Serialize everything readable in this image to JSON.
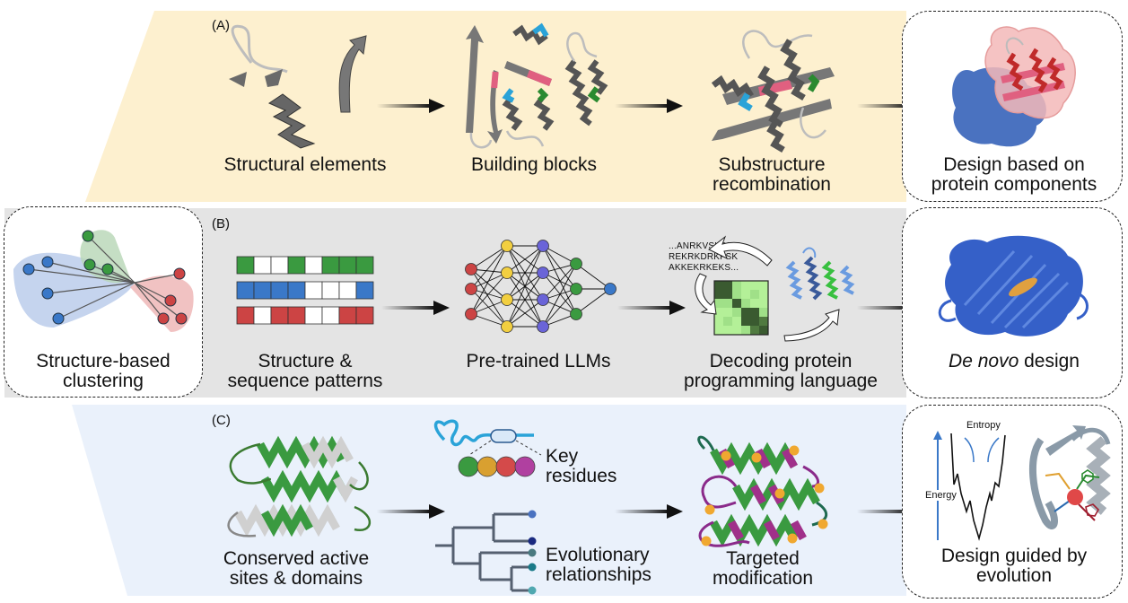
{
  "panels": {
    "A": {
      "tag": "(A)",
      "steps": [
        {
          "label_lines": [
            "Structural elements"
          ]
        },
        {
          "label_lines": [
            "Building blocks"
          ]
        },
        {
          "label_lines": [
            "Substructure",
            "recombination"
          ]
        }
      ],
      "outcome": {
        "label_lines": [
          "Design based on",
          "protein components"
        ]
      },
      "band_color": "#fdf0cf"
    },
    "B": {
      "tag": "(B)",
      "steps": [
        {
          "label_lines": [
            "Structure &",
            "sequence patterns"
          ]
        },
        {
          "label_lines": [
            "Pre-trained LLMs"
          ]
        },
        {
          "label_lines": [
            "Decoding protein",
            "programming language"
          ]
        }
      ],
      "sequence_text": [
        "...ANRKVSLQRY",
        "REKRKDRKFSK",
        "AKKEKRKEKS..."
      ],
      "outcome": {
        "label_prefix_italic": "De novo",
        "label_suffix": " design"
      },
      "left_box": {
        "label_lines": [
          "Structure-based",
          "clustering"
        ]
      },
      "band_color": "#e4e4e4",
      "pattern_rows": [
        {
          "color": "#3a9a40",
          "cells": [
            1,
            0,
            0,
            1,
            0,
            1,
            1,
            1
          ]
        },
        {
          "color": "#3a78c8",
          "cells": [
            1,
            1,
            1,
            1,
            0,
            0,
            0,
            1
          ]
        },
        {
          "color": "#cc4444",
          "cells": [
            1,
            0,
            1,
            1,
            0,
            0,
            1,
            1
          ]
        }
      ]
    },
    "C": {
      "tag": "(C)",
      "steps": [
        {
          "label_lines": [
            "Conserved active",
            "sites & domains"
          ]
        },
        {
          "label_lines": [
            "Key",
            "residues"
          ]
        },
        {
          "label_lines": [
            "Evolutionary",
            "relationships"
          ]
        },
        {
          "label_lines": [
            "Targeted",
            "modification"
          ]
        }
      ],
      "outcome": {
        "label_lines": [
          "Design guided by",
          "evolution"
        ],
        "energy_label": "Energy",
        "entropy_label": "Entropy"
      },
      "band_color": "#eaf1fb",
      "residue_colors": [
        "#3a9a40",
        "#d9a030",
        "#d44a4a",
        "#b040a0"
      ]
    }
  }
}
